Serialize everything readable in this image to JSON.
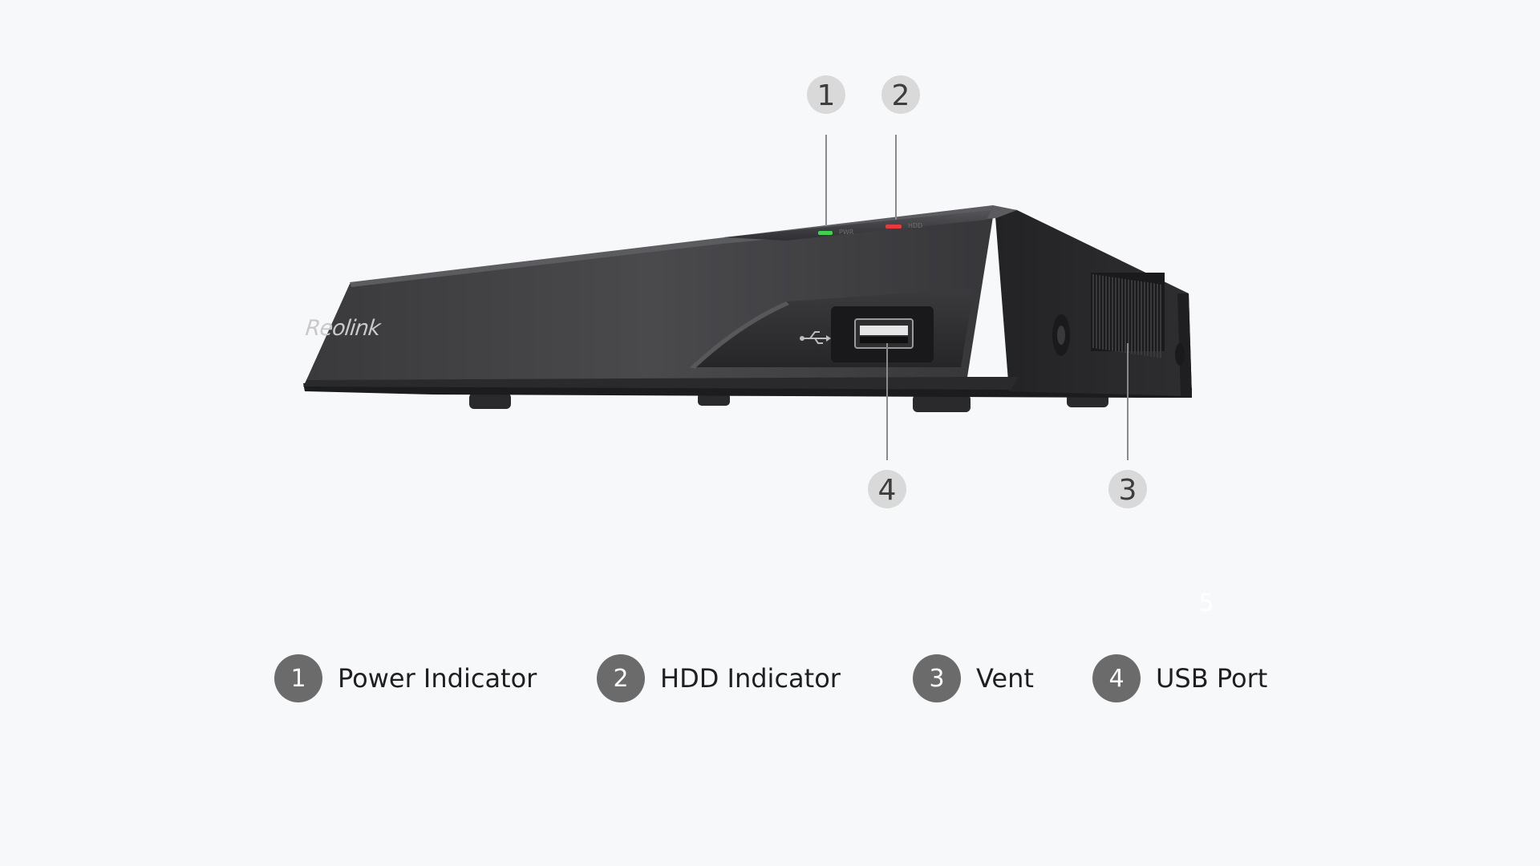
{
  "device": {
    "brand": "Reolink",
    "power_led_label": "PWR",
    "hdd_led_label": "HDD"
  },
  "callouts": {
    "c1": "1",
    "c2": "2",
    "c3": "3",
    "c4": "4"
  },
  "stray_number": "5",
  "legend": [
    {
      "number": "1",
      "label": "Power Indicator"
    },
    {
      "number": "2",
      "label": "HDD Indicator"
    },
    {
      "number": "3",
      "label": "Vent"
    },
    {
      "number": "4",
      "label": "USB Port"
    }
  ],
  "colors": {
    "background": "#f7f8fa",
    "device_body": "#2b2b2d",
    "power_led": "#3fd14f",
    "hdd_led": "#e83a3a",
    "legend_badge": "#6b6b6b",
    "callout_badge": "#d9d9d9"
  }
}
